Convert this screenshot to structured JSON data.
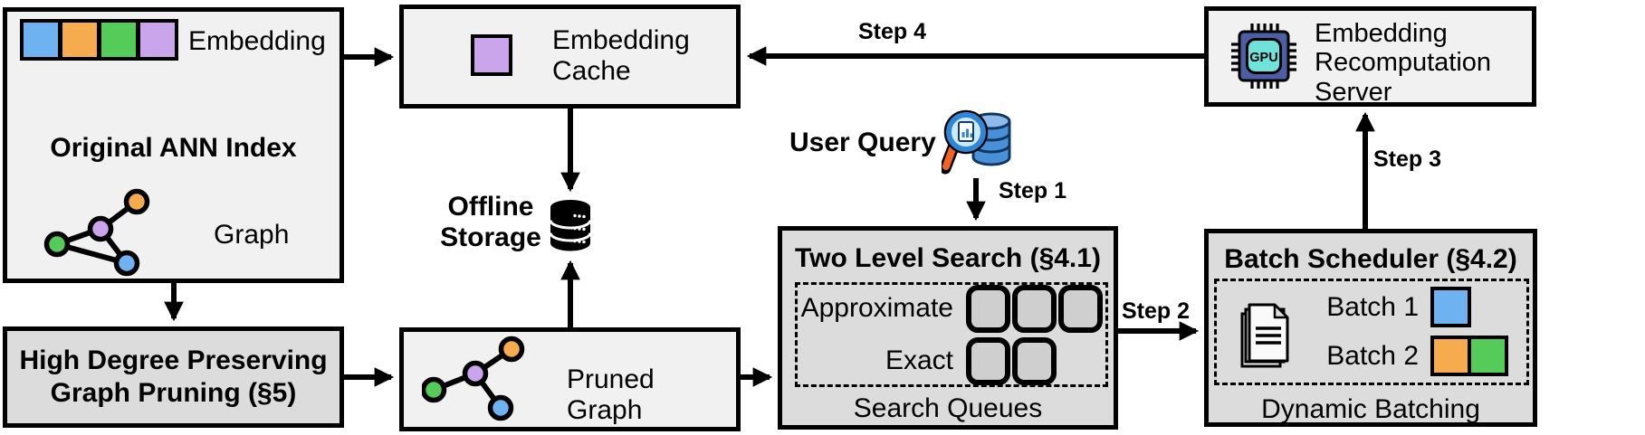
{
  "palette": {
    "blue": "#6fb2f1",
    "orange": "#f6ab4e",
    "green": "#55cb5a",
    "purple": "#cba5ec",
    "box_light": "#f1f1f1",
    "box_dark": "#dcdcdc",
    "queue_slot_fill": "#cfcfcf"
  },
  "ann_index": {
    "title": "Original ANN Index",
    "embedding_label": "Embedding",
    "graph_label": "Graph"
  },
  "embedding_cache": {
    "label": "Embedding\nCache"
  },
  "offline_storage": {
    "label": "Offline\nStorage"
  },
  "recomputation_server": {
    "label": "Embedding\nRecomputation\nServer",
    "gpu_text": "GPU"
  },
  "high_degree_pruning": {
    "label": "High Degree Preserving\nGraph Pruning (§5)"
  },
  "pruned_graph": {
    "label": "Pruned Graph"
  },
  "user_query": {
    "label": "User Query"
  },
  "two_level_search": {
    "title": "Two Level Search (§4.1)",
    "approximate_label": "Approximate",
    "exact_label": "Exact",
    "footer": "Search Queues",
    "approximate_slots": 3,
    "exact_slots": 2
  },
  "batch_scheduler": {
    "title": "Batch Scheduler (§4.2)",
    "batch1_label": "Batch 1",
    "batch2_label": "Batch 2",
    "footer": "Dynamic Batching"
  },
  "steps": {
    "step1": "Step 1",
    "step2": "Step 2",
    "step3": "Step 3",
    "step4": "Step 4"
  }
}
